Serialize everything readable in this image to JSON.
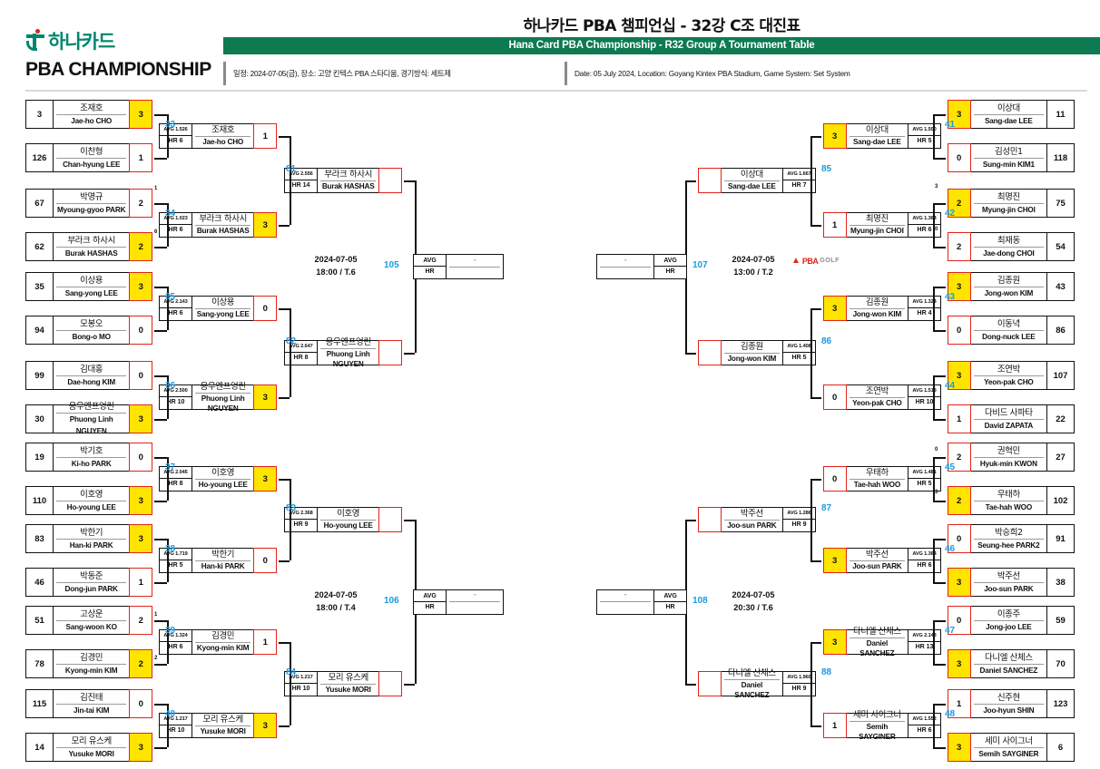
{
  "header": {
    "logo_hana": "하나카드",
    "logo_pba": "PBA CHAMPIONSHIP",
    "title_ko": "하나카드 PBA 챔피언십 - 32강 C조 대진표",
    "title_en": "Hana Card PBA Championship - R32 Group A Tournament Table",
    "meta_ko": "일정: 2024-07-05(금), 장소: 고양 킨텍스 PBA 스타디움, 경기방식: 세트제",
    "meta_en": "Date: 05 July 2024, Location: Goyang Kintex PBA Stadium, Game System: Set System"
  },
  "colors": {
    "brand_green": "#0d7a52",
    "winner_yellow": "#ffe400",
    "loser_red": "#e2231a",
    "match_blue": "#1a9ae0"
  },
  "labels": {
    "avg": "AVG",
    "hr": "HR",
    "empty": "-",
    "pba_golf": "PBA GOLF"
  },
  "left": {
    "r32": [
      {
        "seed": "3",
        "ko": "조재호",
        "en": "Jae-ho CHO",
        "score": "3",
        "win": true
      },
      {
        "seed": "126",
        "ko": "이찬형",
        "en": "Chan-hyung LEE",
        "score": "1",
        "win": false
      },
      {
        "seed": "67",
        "ko": "박명규",
        "en": "Myoung-gyoo PARK",
        "score": "2",
        "win": false
      },
      {
        "seed": "62",
        "ko": "부라크 하사시",
        "en": "Burak HASHAS",
        "score": "2",
        "win": true
      },
      {
        "seed": "35",
        "ko": "이상용",
        "en": "Sang-yong LEE",
        "score": "3",
        "win": true
      },
      {
        "seed": "94",
        "ko": "모봉오",
        "en": "Bong-o MO",
        "score": "0",
        "win": false
      },
      {
        "seed": "99",
        "ko": "김대홍",
        "en": "Dae-hong KIM",
        "score": "0",
        "win": false
      },
      {
        "seed": "30",
        "ko": "응우옌프엉린",
        "en": "Phuong Linh NGUYEN",
        "score": "3",
        "win": true
      },
      {
        "seed": "19",
        "ko": "박기호",
        "en": "Ki-ho PARK",
        "score": "0",
        "win": false
      },
      {
        "seed": "110",
        "ko": "이호영",
        "en": "Ho-young LEE",
        "score": "3",
        "win": true
      },
      {
        "seed": "83",
        "ko": "박한기",
        "en": "Han-ki PARK",
        "score": "3",
        "win": true
      },
      {
        "seed": "46",
        "ko": "박동준",
        "en": "Dong-jun PARK",
        "score": "1",
        "win": false
      },
      {
        "seed": "51",
        "ko": "고상운",
        "en": "Sang-woon KO",
        "score": "2",
        "win": false
      },
      {
        "seed": "78",
        "ko": "김경민",
        "en": "Kyong-min KIM",
        "score": "2",
        "win": true
      },
      {
        "seed": "115",
        "ko": "김진태",
        "en": "Jin-tai KIM",
        "score": "0",
        "win": false
      },
      {
        "seed": "14",
        "ko": "모리 유스케",
        "en": "Yusuke MORI",
        "score": "3",
        "win": true
      }
    ],
    "r32_match_nos": [
      "33",
      "34",
      "35",
      "36",
      "37",
      "38",
      "39",
      "40"
    ],
    "r32_sup": [
      {
        "text": "1",
        "at": "m34-top"
      },
      {
        "text": "6",
        "at": "m34-bot"
      },
      {
        "text": "1",
        "at": "m39-top"
      },
      {
        "text": "2",
        "at": "m39-bot"
      }
    ],
    "r16": [
      {
        "avg": "AVG 1.526",
        "hr": "HR 6",
        "ko": "조재호",
        "en": "Jae-ho CHO",
        "score": "1",
        "win": false
      },
      {
        "avg": "AVG 1.023",
        "hr": "HR 6",
        "ko": "부라크 하사시",
        "en": "Burak HASHAS",
        "score": "3",
        "win": true
      },
      {
        "avg": "AVG 2.143",
        "hr": "HR 6",
        "ko": "이상용",
        "en": "Sang-yong LEE",
        "score": "0",
        "win": false
      },
      {
        "avg": "AVG 2.500",
        "hr": "HR 10",
        "ko": "응우옌프엉린",
        "en": "Phuong Linh NGUYEN",
        "score": "3",
        "win": true
      },
      {
        "avg": "AVG 2.045",
        "hr": "HR 8",
        "ko": "이호영",
        "en": "Ho-young LEE",
        "score": "3",
        "win": true
      },
      {
        "avg": "AVG 1.719",
        "hr": "HR 5",
        "ko": "박한기",
        "en": "Han-ki PARK",
        "score": "0",
        "win": false
      },
      {
        "avg": "AVG 1.324",
        "hr": "HR 6",
        "ko": "김경민",
        "en": "Kyong-min KIM",
        "score": "1",
        "win": false
      },
      {
        "avg": "AVG 1.217",
        "hr": "HR 10",
        "ko": "모리 유스케",
        "en": "Yusuke MORI",
        "score": "3",
        "win": true
      }
    ],
    "r16_match_nos": [
      "81",
      "82",
      "83",
      "84"
    ],
    "qf": [
      {
        "avg": "AVG 2.556",
        "hr": "HR 14",
        "ko": "부라크 하사시",
        "en": "Burak HASHAS",
        "score": "",
        "win": false
      },
      {
        "avg": "AVG 2.647",
        "hr": "HR 8",
        "ko": "응우옌프엉린",
        "en": "Phuong Linh NGUYEN",
        "score": "",
        "win": false
      },
      {
        "avg": "AVG 2.368",
        "hr": "HR 9",
        "ko": "이호영",
        "en": "Ho-young LEE",
        "score": "",
        "win": false
      },
      {
        "avg": "AVG 1.217",
        "hr": "HR 10",
        "ko": "모리 유스케",
        "en": "Yusuke MORI",
        "score": "",
        "win": false
      }
    ],
    "finals": [
      {
        "no": "105",
        "date": "2024-07-05",
        "time": "18:00 / T.6"
      },
      {
        "no": "106",
        "date": "2024-07-05",
        "time": "18:00 / T.4"
      }
    ]
  },
  "right": {
    "r32": [
      {
        "seed": "11",
        "ko": "이상대",
        "en": "Sang-dae LEE",
        "score": "3",
        "win": true
      },
      {
        "seed": "118",
        "ko": "김성민1",
        "en": "Sung-min KIM1",
        "score": "0",
        "win": false
      },
      {
        "seed": "75",
        "ko": "최명진",
        "en": "Myung-jin CHOI",
        "score": "2",
        "win": true
      },
      {
        "seed": "54",
        "ko": "최재동",
        "en": "Jae-dong CHOI",
        "score": "2",
        "win": false
      },
      {
        "seed": "43",
        "ko": "김종원",
        "en": "Jong-won KIM",
        "score": "3",
        "win": true
      },
      {
        "seed": "86",
        "ko": "이동녁",
        "en": "Dong-nuck LEE",
        "score": "0",
        "win": false
      },
      {
        "seed": "107",
        "ko": "조연박",
        "en": "Yeon-pak CHO",
        "score": "3",
        "win": true
      },
      {
        "seed": "22",
        "ko": "다비드 사파타",
        "en": "David ZAPATA",
        "score": "1",
        "win": false
      },
      {
        "seed": "27",
        "ko": "권혁민",
        "en": "Hyuk-min KWON",
        "score": "2",
        "win": false
      },
      {
        "seed": "102",
        "ko": "우태하",
        "en": "Tae-hah WOO",
        "score": "2",
        "win": true
      },
      {
        "seed": "91",
        "ko": "박승희2",
        "en": "Seung-hee PARK2",
        "score": "0",
        "win": false
      },
      {
        "seed": "38",
        "ko": "박주선",
        "en": "Joo-sun PARK",
        "score": "3",
        "win": true
      },
      {
        "seed": "59",
        "ko": "이종주",
        "en": "Jong-joo LEE",
        "score": "0",
        "win": false
      },
      {
        "seed": "70",
        "ko": "다니엘 산체스",
        "en": "Daniel SANCHEZ",
        "score": "3",
        "win": true
      },
      {
        "seed": "123",
        "ko": "신주현",
        "en": "Joo-hyun SHIN",
        "score": "1",
        "win": false
      },
      {
        "seed": "6",
        "ko": "세미 사이그너",
        "en": "Semih SAYGINER",
        "score": "3",
        "win": true
      }
    ],
    "r32_match_nos": [
      "41",
      "42",
      "43",
      "44",
      "45",
      "46",
      "47",
      "48"
    ],
    "r32_sup": [
      {
        "text": "3",
        "at": "m42-top"
      },
      {
        "text": "0",
        "at": "m42-bot"
      },
      {
        "text": "0",
        "at": "m45-top"
      },
      {
        "text": "3",
        "at": "m45-bot"
      }
    ],
    "r16": [
      {
        "avg": "AVG 1.500",
        "hr": "HR 5",
        "ko": "이상대",
        "en": "Sang-dae LEE",
        "score": "3",
        "win": true
      },
      {
        "avg": "AVG 1.364",
        "hr": "HR 6",
        "ko": "최명진",
        "en": "Myung-jin CHOI",
        "score": "1",
        "win": false
      },
      {
        "avg": "AVG 1.324",
        "hr": "HR 4",
        "ko": "김종원",
        "en": "Jong-won KIM",
        "score": "3",
        "win": true
      },
      {
        "avg": "AVG 1.518",
        "hr": "HR 10",
        "ko": "조연박",
        "en": "Yeon-pak CHO",
        "score": "0",
        "win": false
      },
      {
        "avg": "AVG 1.481",
        "hr": "HR 5",
        "ko": "우태하",
        "en": "Tae-hah WOO",
        "score": "0",
        "win": false
      },
      {
        "avg": "AVG 1.364",
        "hr": "HR 6",
        "ko": "박주선",
        "en": "Joo-sun PARK",
        "score": "3",
        "win": true
      },
      {
        "avg": "AVG 2.143",
        "hr": "HR 13",
        "ko": "다니엘 산체스",
        "en": "Daniel SANCHEZ",
        "score": "3",
        "win": true
      },
      {
        "avg": "AVG 1.552",
        "hr": "HR 6",
        "ko": "세미 사이그너",
        "en": "Semih SAYGINER",
        "score": "1",
        "win": false
      }
    ],
    "r16_match_nos": [
      "85",
      "86",
      "87",
      "88"
    ],
    "qf": [
      {
        "avg": "AVG 1.667",
        "hr": "HR 7",
        "ko": "이상대",
        "en": "Sang-dae LEE",
        "score": "",
        "win": false
      },
      {
        "avg": "AVG 1.408",
        "hr": "HR 5",
        "ko": "김종원",
        "en": "Jong-won KIM",
        "score": "",
        "win": false
      },
      {
        "avg": "AVG 1.286",
        "hr": "HR 9",
        "ko": "박주선",
        "en": "Joo-sun PARK",
        "score": "",
        "win": false
      },
      {
        "avg": "AVG 1.960",
        "hr": "HR 9",
        "ko": "다니엘 산체스",
        "en": "Daniel SANCHEZ",
        "score": "",
        "win": false
      }
    ],
    "finals": [
      {
        "no": "107",
        "date": "2024-07-05",
        "time": "13:00 / T.2"
      },
      {
        "no": "108",
        "date": "2024-07-05",
        "time": "20:30 / T.6"
      }
    ]
  }
}
